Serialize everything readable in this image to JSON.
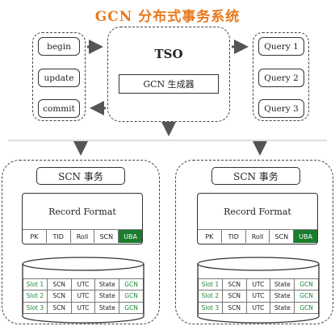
{
  "title": "GCN 分布式事务系统",
  "colors": {
    "accent": "#e8791e",
    "green": "#1e8a3c",
    "green_bg": "#1a7d2e",
    "arrow": "#555555"
  },
  "client_buttons": [
    {
      "label": "begin"
    },
    {
      "label": "update"
    },
    {
      "label": "commit"
    }
  ],
  "tso": {
    "label": "TSO",
    "generator": "GCN 生成器"
  },
  "query_buttons": [
    {
      "label": "Query 1"
    },
    {
      "label": "Query 2"
    },
    {
      "label": "Query 3"
    }
  ],
  "nodes": [
    {
      "scn_label": "SCN 事务",
      "record_title": "Record Format",
      "record_fields": [
        {
          "label": "PK",
          "highlight": false
        },
        {
          "label": "TID",
          "highlight": false
        },
        {
          "label": "Roll",
          "highlight": false
        },
        {
          "label": "SCN",
          "highlight": false
        },
        {
          "label": "UBA",
          "highlight": true
        }
      ],
      "trx_title": "Trx Table",
      "trx_rows": [
        [
          "Slot 1",
          "SCN",
          "UTC",
          "State",
          "GCN"
        ],
        [
          "Slot 2",
          "SCN",
          "UTC",
          "State",
          "GCN"
        ],
        [
          "Slot 3",
          "SCN",
          "UTC",
          "State",
          "GCN"
        ]
      ]
    },
    {
      "scn_label": "SCN 事务",
      "record_title": "Record Format",
      "record_fields": [
        {
          "label": "PK",
          "highlight": false
        },
        {
          "label": "TID",
          "highlight": false
        },
        {
          "label": "Roll",
          "highlight": false
        },
        {
          "label": "SCN",
          "highlight": false
        },
        {
          "label": "UBA",
          "highlight": true
        }
      ],
      "trx_title": "Trx Table",
      "trx_rows": [
        [
          "Slot 1",
          "SCN",
          "UTC",
          "State",
          "GCN"
        ],
        [
          "Slot 2",
          "SCN",
          "UTC",
          "State",
          "GCN"
        ],
        [
          "Slot 3",
          "SCN",
          "UTC",
          "State",
          "GCN"
        ]
      ]
    }
  ]
}
